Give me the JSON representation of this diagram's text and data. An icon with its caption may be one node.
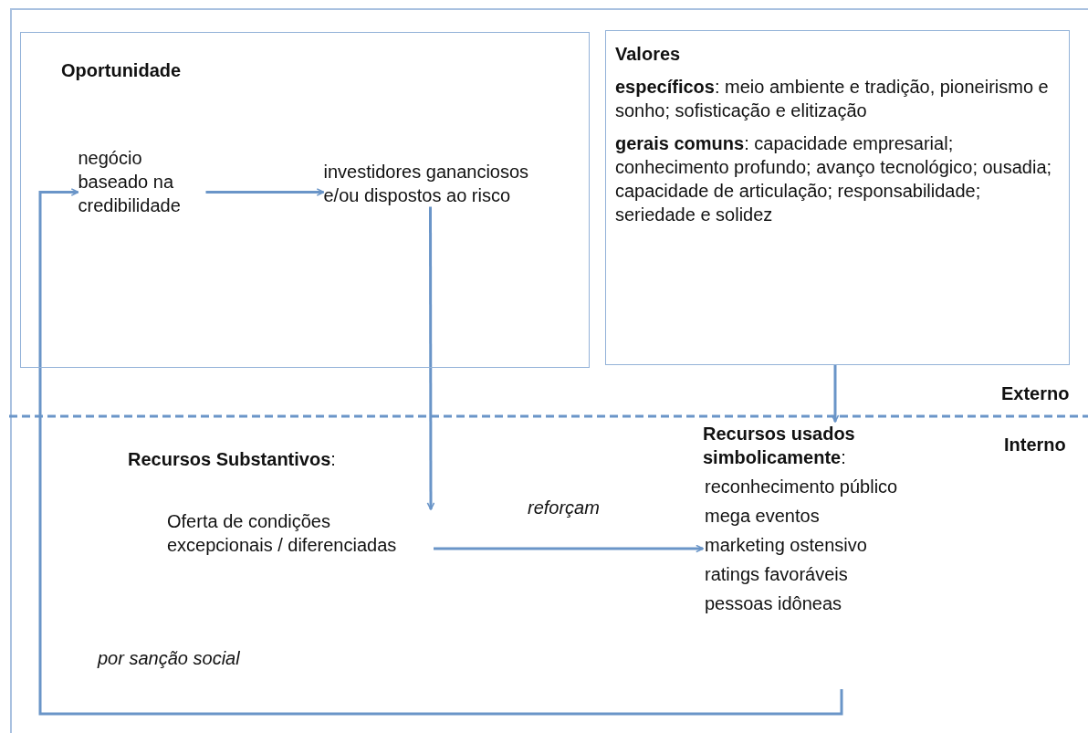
{
  "diagram": {
    "nodes": [
      {
        "text": [
          "Oportunidade"
        ]
      },
      {
        "text": [
          "negócio baseado na credibilidade"
        ],
        "in": 0
      },
      {
        "text": [
          "investidores gananciosos e/ou dispostos ao risco"
        ],
        "in": 0
      },
      {
        "text": [
          "Valores",
          "**específicos**: meio ambiente e tradição, pioneirismo e sonho; sofisticação e elitização",
          "**gerais comuns**: capacidade empresarial; conhecimento profundo; avanço tecnológico; ousadia; capacidade de articulação; responsabilidade; seriedade e solidez"
        ]
      },
      {
        "text": [
          "Oferta de condições excepcionais / diferenciadas"
        ]
      },
      {
        "text": [
          "**Recursos usados simbolicamente**:",
          "reconhecimento público",
          "mega eventos",
          "marketing ostensivo",
          "ratings favoráveis",
          "pessoas idôneas"
        ]
      }
    ],
    "edges": [
      {
        "from": 1,
        "to": 2,
        "arrow": "to"
      },
      {
        "from": 2,
        "to": 4,
        "arrow": "to"
      },
      {
        "from": 3,
        "to": 5,
        "arrow": "to"
      },
      {
        "from": 4,
        "to": 5,
        "arrow": "to",
        "label": "reforçam"
      },
      {
        "from": 5,
        "to": 1,
        "arrow": "to",
        "label": "por sanção social"
      }
    ],
    "labels": [
      "**Recursos Substantivos**:",
      "Externo",
      "Interno"
    ]
  }
}
